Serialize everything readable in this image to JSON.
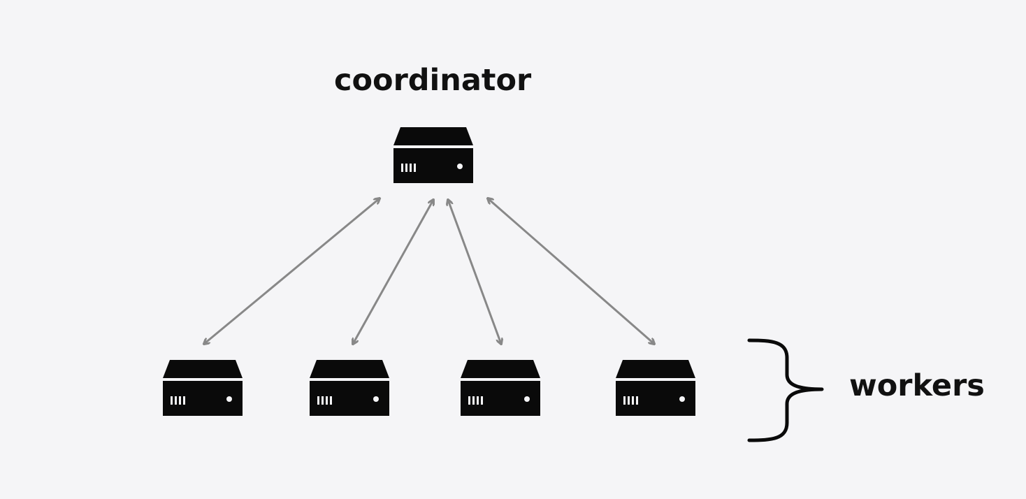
{
  "labels": {
    "coordinator": "coordinator",
    "workers": "workers"
  },
  "nodes": {
    "coordinator": {
      "icon": "server-icon"
    },
    "workers": [
      {
        "icon": "server-icon"
      },
      {
        "icon": "server-icon"
      },
      {
        "icon": "server-icon"
      },
      {
        "icon": "server-icon"
      }
    ]
  },
  "connections": {
    "style": "bidirectional-arrow",
    "count": 4
  },
  "colors": {
    "background": "#f5f5f7",
    "server": "#0a0a0a",
    "arrow": "#888888",
    "text": "#111111"
  }
}
